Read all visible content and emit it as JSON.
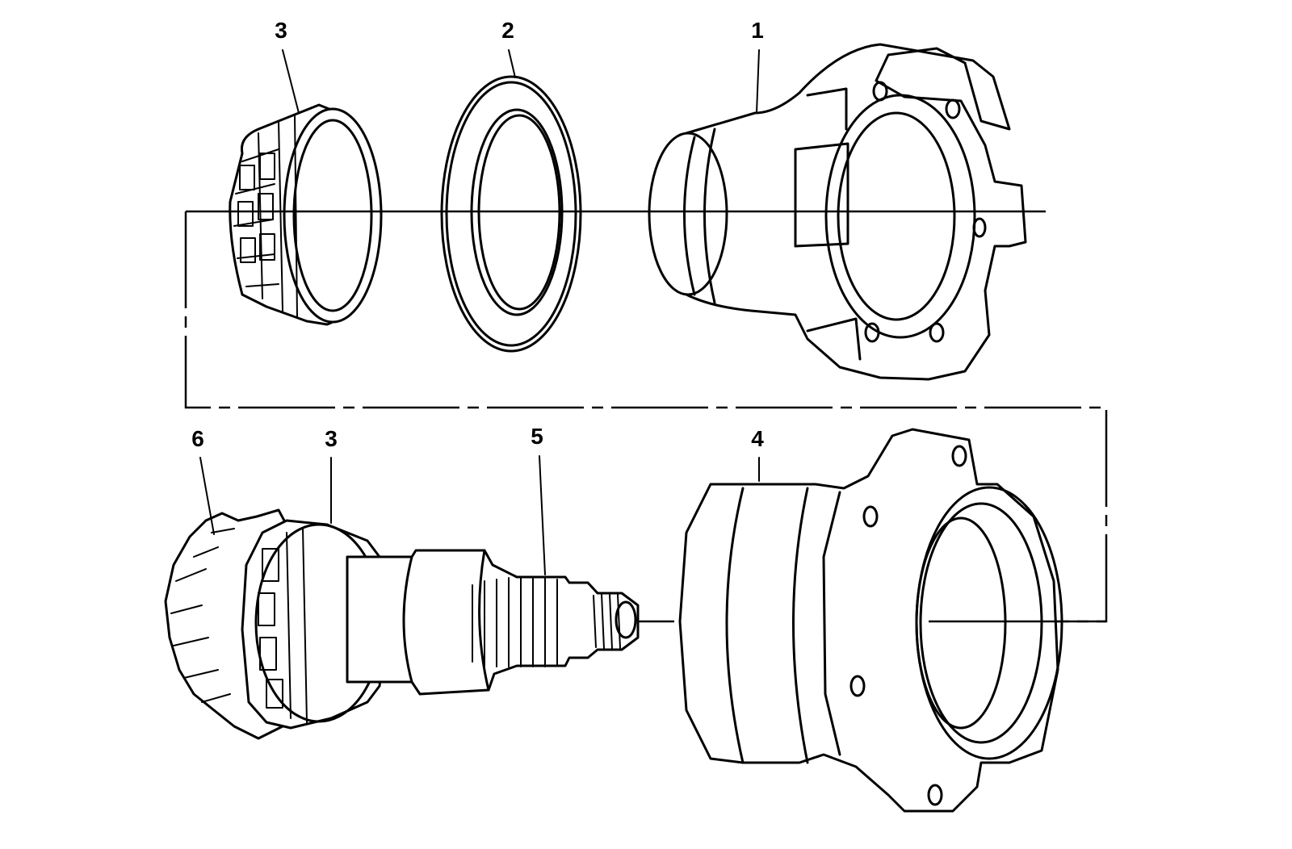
{
  "callouts": {
    "c1": "1",
    "c2": "2",
    "c3_top": "3",
    "c3_bottom": "3",
    "c4": "4",
    "c5": "5",
    "c6": "6"
  }
}
